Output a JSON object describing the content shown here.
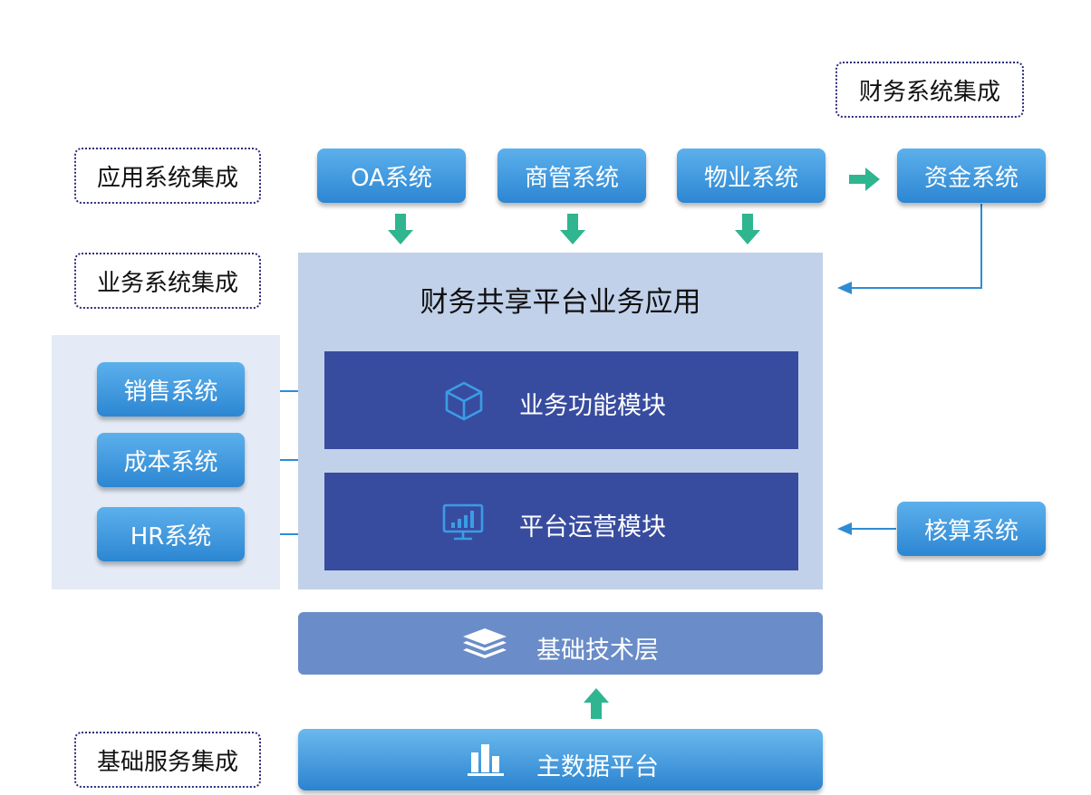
{
  "labels": {
    "finance_integration": "财务系统集成",
    "app_integration": "应用系统集成",
    "biz_integration": "业务系统集成",
    "base_integration": "基础服务集成"
  },
  "top_systems": [
    "OA系统",
    "商管系统",
    "物业系统"
  ],
  "fund_system": "资金系统",
  "left_systems": [
    "销售系统",
    "成本系统",
    "HR系统"
  ],
  "accounting_system": "核算系统",
  "core": {
    "title": "财务共享平台业务应用",
    "module1": "业务功能模块",
    "module2": "平台运营模块"
  },
  "base_layer": "基础技术层",
  "master_platform": "主数据平台",
  "colors": {
    "arrow_green": "#2fb58f",
    "button_blue": "#2c86d2",
    "module_blue": "#384c9f",
    "core_panel": "#c2d1ea",
    "base_layer": "#6a8cc8"
  }
}
